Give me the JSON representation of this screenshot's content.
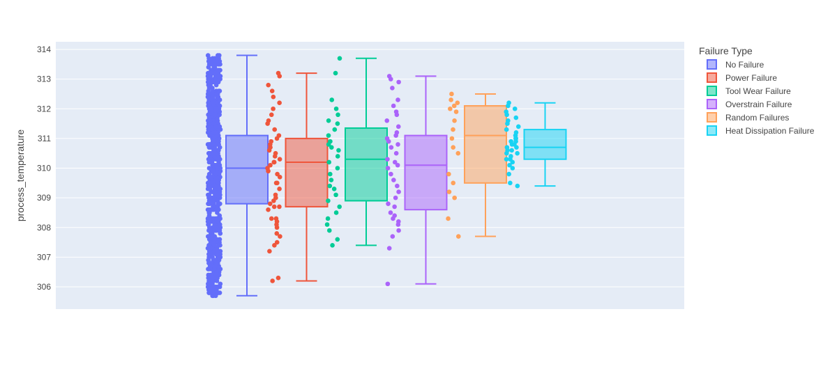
{
  "chart_data": {
    "type": "box",
    "title": "",
    "xlabel": "",
    "ylabel": "process_temperature",
    "ylim": [
      305.2,
      314.4
    ],
    "yticks": [
      306,
      307,
      308,
      309,
      310,
      311,
      312,
      313,
      314
    ],
    "grid": true,
    "boxpoints": "all",
    "legend": {
      "title": "Failure Type",
      "placement": "right"
    },
    "series": [
      {
        "name": "No Failure",
        "color": "#636efa",
        "min": 305.7,
        "q1": 308.8,
        "median": 310.0,
        "q3": 311.1,
        "max": 313.8,
        "points_range": [
          305.7,
          313.8
        ],
        "point_count": 700
      },
      {
        "name": "Power Failure",
        "color": "#ef553b",
        "min": 306.2,
        "q1": 308.7,
        "median": 310.2,
        "q3": 311.0,
        "max": 313.2,
        "points": [
          306.2,
          306.3,
          307.2,
          307.4,
          307.5,
          307.7,
          307.8,
          308.0,
          308.1,
          308.2,
          308.3,
          308.3,
          308.6,
          308.7,
          308.7,
          308.8,
          308.9,
          309.0,
          309.1,
          309.3,
          309.5,
          309.5,
          309.7,
          309.8,
          309.9,
          310.0,
          310.1,
          310.2,
          310.2,
          310.3,
          310.4,
          310.5,
          310.6,
          310.7,
          310.8,
          310.9,
          311.0,
          311.1,
          311.3,
          311.5,
          311.6,
          311.8,
          312.0,
          312.2,
          312.4,
          312.6,
          312.8,
          313.1,
          313.2
        ]
      },
      {
        "name": "Tool Wear Failure",
        "color": "#00cc96",
        "min": 307.4,
        "q1": 308.9,
        "median": 310.3,
        "q3": 311.35,
        "max": 313.7,
        "points": [
          307.4,
          307.6,
          307.9,
          308.1,
          308.3,
          308.5,
          308.7,
          308.9,
          309.1,
          309.3,
          309.4,
          309.6,
          309.8,
          310.0,
          310.2,
          310.4,
          310.6,
          310.7,
          310.8,
          310.9,
          311.1,
          311.3,
          311.5,
          311.6,
          311.8,
          312.0,
          312.3,
          313.2,
          313.7
        ]
      },
      {
        "name": "Overstrain Failure",
        "color": "#ab63fa",
        "min": 306.1,
        "q1": 308.6,
        "median": 310.1,
        "q3": 311.1,
        "max": 313.1,
        "points": [
          306.1,
          307.3,
          307.7,
          307.9,
          308.1,
          308.2,
          308.3,
          308.4,
          308.5,
          308.7,
          308.8,
          309.0,
          309.2,
          309.4,
          309.6,
          309.8,
          310.0,
          310.1,
          310.2,
          310.3,
          310.5,
          310.7,
          310.8,
          310.9,
          311.0,
          311.1,
          311.2,
          311.4,
          311.6,
          311.8,
          311.9,
          312.1,
          312.3,
          312.7,
          312.9,
          313.0,
          313.1
        ]
      },
      {
        "name": "Random Failures",
        "color": "#ffa15a",
        "min": 307.7,
        "q1": 309.5,
        "median": 311.1,
        "q3": 312.1,
        "max": 312.5,
        "points": [
          307.7,
          308.3,
          309.0,
          309.2,
          309.5,
          309.8,
          310.5,
          310.7,
          311.0,
          311.3,
          311.6,
          311.9,
          312.0,
          312.1,
          312.2,
          312.3,
          312.5
        ]
      },
      {
        "name": "Heat Dissipation Failure",
        "color": "#19d3f3",
        "min": 309.4,
        "q1": 310.3,
        "median": 310.7,
        "q3": 311.3,
        "max": 312.2,
        "points": [
          309.4,
          309.5,
          309.8,
          310.0,
          310.1,
          310.2,
          310.3,
          310.3,
          310.4,
          310.5,
          310.5,
          310.6,
          310.6,
          310.7,
          310.7,
          310.8,
          310.8,
          310.9,
          310.9,
          311.0,
          311.0,
          311.1,
          311.2,
          311.3,
          311.4,
          311.5,
          311.6,
          311.7,
          311.8,
          311.9,
          312.0,
          312.1,
          312.2
        ]
      }
    ]
  }
}
